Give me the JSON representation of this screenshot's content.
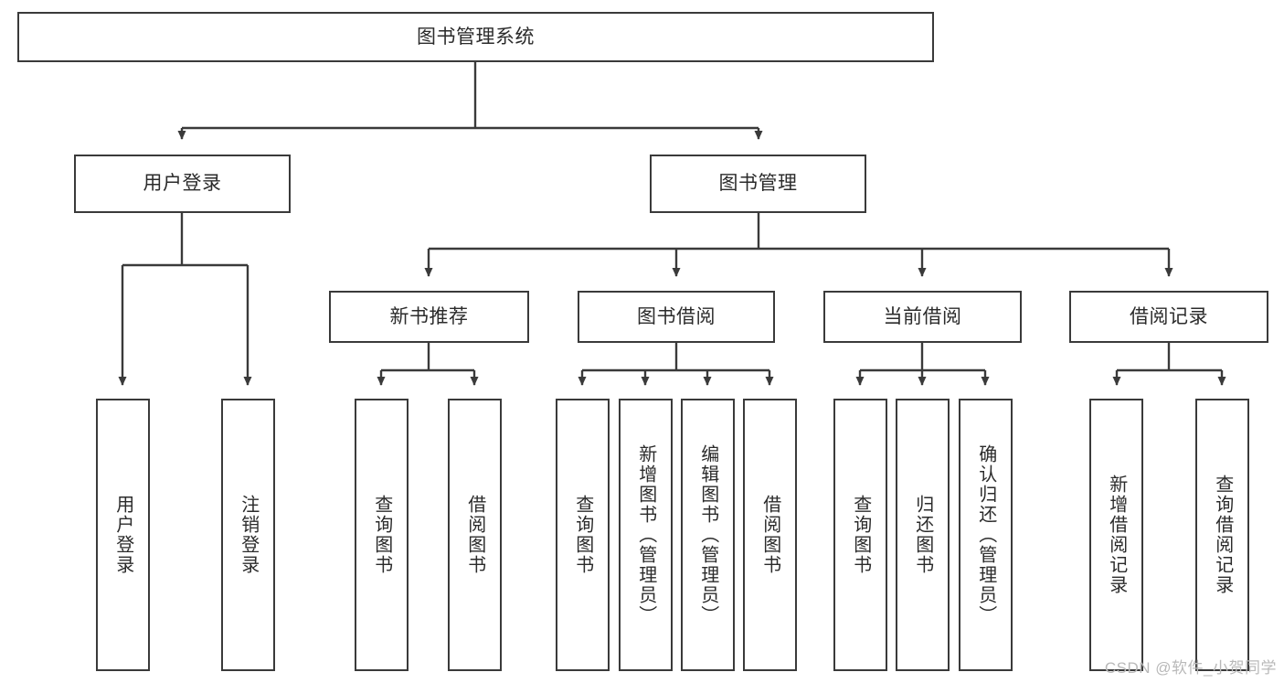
{
  "diagram": {
    "type": "tree-hierarchy",
    "title": "图书管理系统",
    "orientation": "top-down",
    "watermark": "CSDN @软件_小贺同学",
    "colors": {
      "box_border": "#3a3a3a",
      "box_fill": "#ffffff",
      "connector": "#3a3a3a",
      "text": "#2b2b2b",
      "watermark": "#b9b9b9",
      "background": "#ffffff"
    },
    "nodes": {
      "root": {
        "id": "root",
        "label": "图书管理系统",
        "level": 1,
        "orientation": "horizontal"
      },
      "level2": [
        {
          "id": "user-login",
          "label": "用户登录",
          "level": 2,
          "orientation": "horizontal"
        },
        {
          "id": "book-management",
          "label": "图书管理",
          "level": 2,
          "orientation": "horizontal"
        }
      ],
      "level3": [
        {
          "id": "new-book-recommend",
          "label": "新书推荐",
          "level": 3,
          "orientation": "horizontal"
        },
        {
          "id": "book-borrow",
          "label": "图书借阅",
          "level": 3,
          "orientation": "horizontal"
        },
        {
          "id": "current-borrow",
          "label": "当前借阅",
          "level": 3,
          "orientation": "horizontal"
        },
        {
          "id": "borrow-record",
          "label": "借阅记录",
          "level": 3,
          "orientation": "horizontal"
        }
      ],
      "leaves": [
        {
          "id": "leaf-user-login",
          "label": "用户登录",
          "parent": "user-login",
          "orientation": "vertical"
        },
        {
          "id": "leaf-user-logout",
          "label": "注销登录",
          "parent": "user-login",
          "orientation": "vertical"
        },
        {
          "id": "leaf-query-book-1",
          "label": "查询图书",
          "parent": "new-book-recommend",
          "orientation": "vertical"
        },
        {
          "id": "leaf-borrow-book-1",
          "label": "借阅图书",
          "parent": "new-book-recommend",
          "orientation": "vertical"
        },
        {
          "id": "leaf-query-book-2",
          "label": "查询图书",
          "parent": "book-borrow",
          "orientation": "vertical"
        },
        {
          "id": "leaf-add-book",
          "label": "新增图书（管理员）",
          "parent": "book-borrow",
          "orientation": "vertical"
        },
        {
          "id": "leaf-edit-book",
          "label": "编辑图书（管理员）",
          "parent": "book-borrow",
          "orientation": "vertical"
        },
        {
          "id": "leaf-borrow-book-2",
          "label": "借阅图书",
          "parent": "book-borrow",
          "orientation": "vertical"
        },
        {
          "id": "leaf-query-book-3",
          "label": "查询图书",
          "parent": "current-borrow",
          "orientation": "vertical"
        },
        {
          "id": "leaf-return-book",
          "label": "归还图书",
          "parent": "current-borrow",
          "orientation": "vertical"
        },
        {
          "id": "leaf-confirm-return",
          "label": "确认归还（管理员）",
          "parent": "current-borrow",
          "orientation": "vertical"
        },
        {
          "id": "leaf-add-record",
          "label": "新增借阅记录",
          "parent": "borrow-record",
          "orientation": "vertical"
        },
        {
          "id": "leaf-query-record",
          "label": "查询借阅记录",
          "parent": "borrow-record",
          "orientation": "vertical"
        }
      ]
    }
  }
}
